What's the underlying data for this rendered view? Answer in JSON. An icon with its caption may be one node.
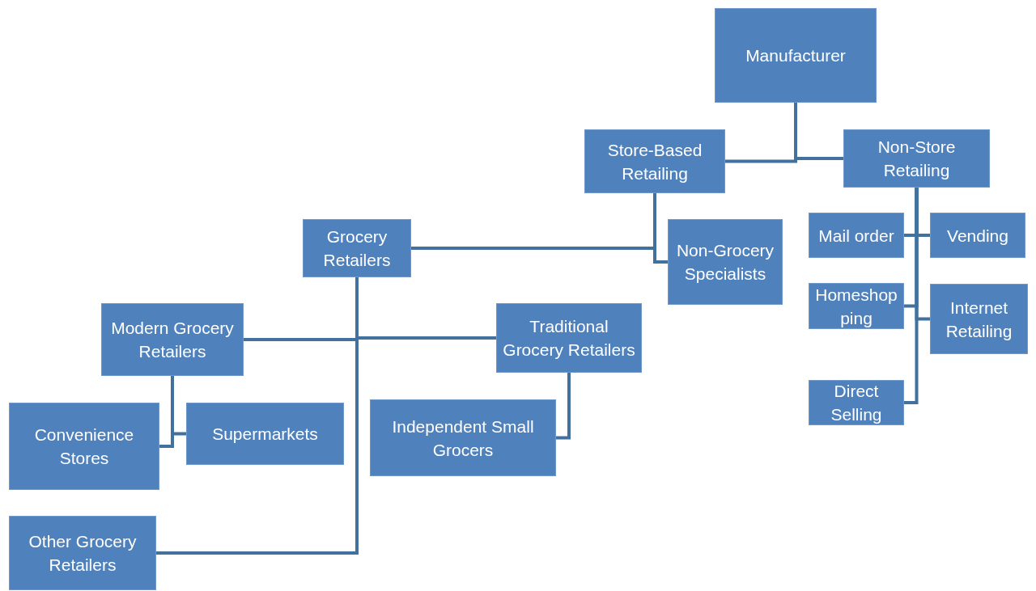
{
  "diagram": {
    "nodes": [
      {
        "text": [
          "Manufacturer"
        ]
      },
      {
        "text": [
          "Store-Based Retailing"
        ]
      },
      {
        "text": [
          "Non-Store Retailing"
        ]
      },
      {
        "text": [
          "Grocery Retailers"
        ]
      },
      {
        "text": [
          "Non-Grocery Specialists"
        ]
      },
      {
        "text": [
          "Mail order"
        ]
      },
      {
        "text": [
          "Vending"
        ]
      },
      {
        "text": [
          "Homeshopping"
        ]
      },
      {
        "text": [
          "Internet Retailing"
        ]
      },
      {
        "text": [
          "Direct Selling"
        ]
      },
      {
        "text": [
          "Modern Grocery Retailers"
        ]
      },
      {
        "text": [
          "Traditional Grocery Retailers"
        ]
      },
      {
        "text": [
          "Convenience Stores"
        ]
      },
      {
        "text": [
          "Supermarkets"
        ]
      },
      {
        "text": [
          "Independent Small Grocers"
        ]
      },
      {
        "text": [
          "Other Grocery Retailers"
        ]
      }
    ],
    "edges": [
      {
        "from": 0,
        "to": 1,
        "arrow": "none"
      },
      {
        "from": 0,
        "to": 2,
        "arrow": "none"
      },
      {
        "from": 1,
        "to": 3,
        "arrow": "none"
      },
      {
        "from": 1,
        "to": 4,
        "arrow": "none"
      },
      {
        "from": 2,
        "to": 5,
        "arrow": "none"
      },
      {
        "from": 2,
        "to": 6,
        "arrow": "none"
      },
      {
        "from": 2,
        "to": 7,
        "arrow": "none"
      },
      {
        "from": 2,
        "to": 8,
        "arrow": "none"
      },
      {
        "from": 2,
        "to": 9,
        "arrow": "none"
      },
      {
        "from": 3,
        "to": 10,
        "arrow": "none"
      },
      {
        "from": 3,
        "to": 11,
        "arrow": "none"
      },
      {
        "from": 3,
        "to": 15,
        "arrow": "none"
      },
      {
        "from": 10,
        "to": 12,
        "arrow": "none"
      },
      {
        "from": 10,
        "to": 13,
        "arrow": "none"
      },
      {
        "from": 11,
        "to": 14,
        "arrow": "none"
      }
    ]
  }
}
